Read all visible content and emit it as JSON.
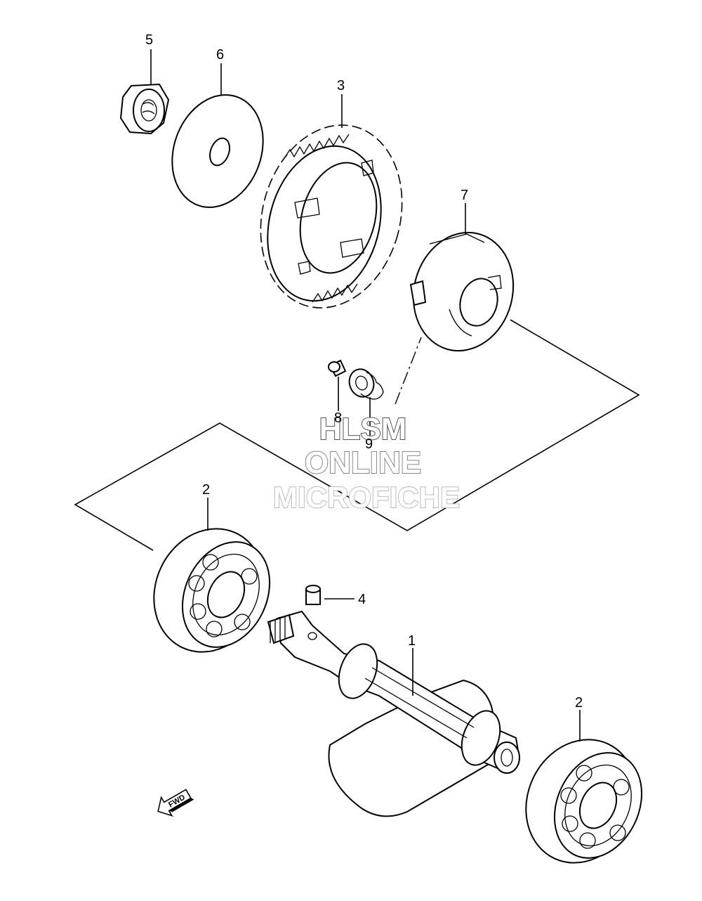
{
  "callouts": {
    "p1": "1",
    "p2a": "2",
    "p2b": "2",
    "p3": "3",
    "p4": "4",
    "p5": "5",
    "p6": "6",
    "p7": "7",
    "p8": "8",
    "p9": "9"
  },
  "watermark": {
    "line1": "HLSM",
    "line2": "ONLINE",
    "line3": "MICROFICHE"
  },
  "direction_marker": "FWD"
}
